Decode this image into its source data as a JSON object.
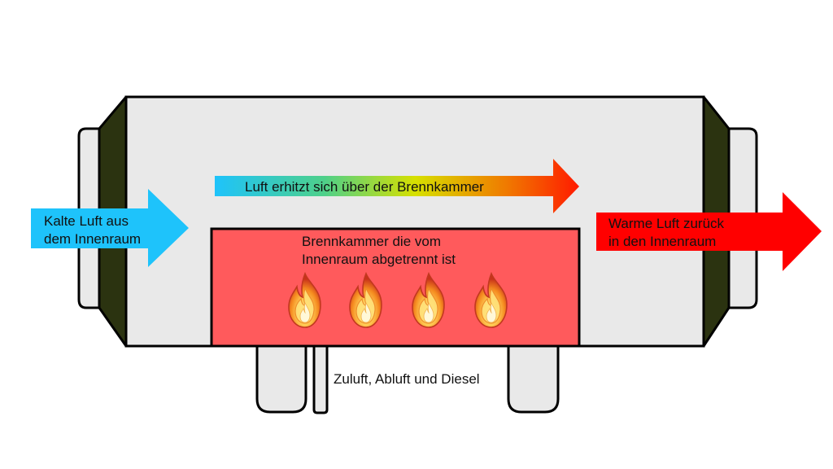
{
  "labels": {
    "cold_air": [
      "Kalte Luft aus",
      "dem Innenraum"
    ],
    "heating": "Luft erhitzt sich über der Brennkammer",
    "warm_air": [
      "Warme Luft zurück",
      "in den Innenraum"
    ],
    "chamber": [
      "Brennkammer die vom",
      "Innenraum abgetrennt ist"
    ],
    "connections": "Zuluft, Abluft und Diesel"
  },
  "colors": {
    "housing": "#e9e9e9",
    "end_caps": "#2b3310",
    "combustion_chamber": "#ff5a5c",
    "cold_arrow": "#1ec3fb",
    "warm_arrow": "#ff0000",
    "gradient_arrow": [
      "#1ec3fb",
      "#4ed08a",
      "#d7e000",
      "#f07a00",
      "#ff1a00"
    ]
  },
  "icons": [
    "flame-icon",
    "flame-icon",
    "flame-icon",
    "flame-icon"
  ]
}
